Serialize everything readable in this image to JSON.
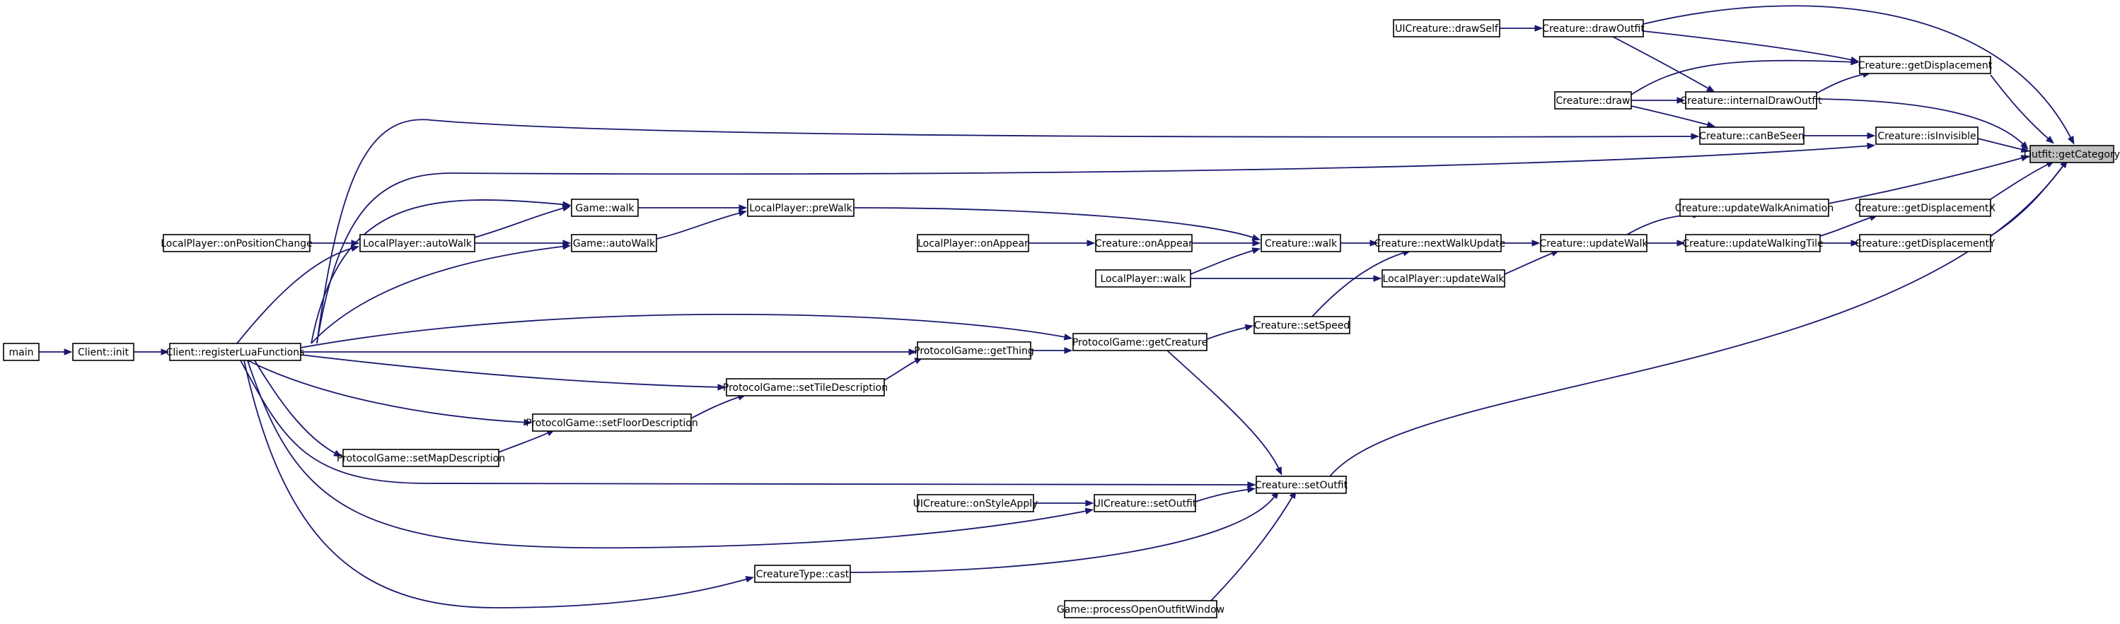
{
  "graph": {
    "root": "getCategory",
    "colors": {
      "edge": "#191970",
      "node_border": "#000000",
      "root_fill": "#bfbfbf",
      "node_fill": "#ffffff"
    },
    "nodes": [
      {
        "id": "main",
        "label": "main"
      },
      {
        "id": "clientInit",
        "label": "Client::init"
      },
      {
        "id": "registerLua",
        "label": "Client::registerLuaFunctions"
      },
      {
        "id": "onPosChange",
        "label": "LocalPlayer::onPositionChange"
      },
      {
        "id": "lpAutoWalk",
        "label": "LocalPlayer::autoWalk"
      },
      {
        "id": "gameWalk",
        "label": "Game::walk"
      },
      {
        "id": "gameAutoWalk",
        "label": "Game::autoWalk"
      },
      {
        "id": "lpPreWalk",
        "label": "LocalPlayer::preWalk"
      },
      {
        "id": "lpOnAppear",
        "label": "LocalPlayer::onAppear"
      },
      {
        "id": "crOnAppear",
        "label": "Creature::onAppear"
      },
      {
        "id": "lpWalk",
        "label": "LocalPlayer::walk"
      },
      {
        "id": "crWalk",
        "label": "Creature::walk"
      },
      {
        "id": "nextWalkUpdate",
        "label": "Creature::nextWalkUpdate"
      },
      {
        "id": "lpUpdateWalk",
        "label": "LocalPlayer::updateWalk"
      },
      {
        "id": "crUpdateWalk",
        "label": "Creature::updateWalk"
      },
      {
        "id": "setSpeed",
        "label": "Creature::setSpeed"
      },
      {
        "id": "getCreature",
        "label": "ProtocolGame::getCreature"
      },
      {
        "id": "getThing",
        "label": "ProtocolGame::getThing"
      },
      {
        "id": "setTileDesc",
        "label": "ProtocolGame::setTileDescription"
      },
      {
        "id": "setFloorDesc",
        "label": "ProtocolGame::setFloorDescription"
      },
      {
        "id": "setMapDesc",
        "label": "ProtocolGame::setMapDescription"
      },
      {
        "id": "uiDrawSelf",
        "label": "UICreature::drawSelf"
      },
      {
        "id": "drawOutfit",
        "label": "Creature::drawOutfit"
      },
      {
        "id": "crDraw",
        "label": "Creature::draw"
      },
      {
        "id": "internalDraw",
        "label": "Creature::internalDrawOutfit"
      },
      {
        "id": "canBeSeen",
        "label": "Creature::canBeSeen"
      },
      {
        "id": "isInvisible",
        "label": "Creature::isInvisible"
      },
      {
        "id": "getDisp",
        "label": "Creature::getDisplacement"
      },
      {
        "id": "updWalkAnim",
        "label": "Creature::updateWalkAnimation"
      },
      {
        "id": "updWalkTile",
        "label": "Creature::updateWalkingTile"
      },
      {
        "id": "getDispX",
        "label": "Creature::getDisplacementX"
      },
      {
        "id": "getDispY",
        "label": "Creature::getDisplacementY"
      },
      {
        "id": "getCategory",
        "label": "Outfit::getCategory"
      },
      {
        "id": "setOutfit",
        "label": "Creature::setOutfit"
      },
      {
        "id": "uiOnStyle",
        "label": "UICreature::onStyleApply"
      },
      {
        "id": "uiSetOutfit",
        "label": "UICreature::setOutfit"
      },
      {
        "id": "ctCast",
        "label": "CreatureType::cast"
      },
      {
        "id": "procOutfitWin",
        "label": "Game::processOpenOutfitWindow"
      }
    ],
    "edges": [
      {
        "from": "main",
        "to": "clientInit"
      },
      {
        "from": "clientInit",
        "to": "registerLua"
      },
      {
        "from": "onPosChange",
        "to": "lpAutoWalk"
      },
      {
        "from": "registerLua",
        "to": "lpAutoWalk"
      },
      {
        "from": "lpAutoWalk",
        "to": "gameWalk"
      },
      {
        "from": "lpAutoWalk",
        "to": "gameAutoWalk"
      },
      {
        "from": "registerLua",
        "to": "gameWalk"
      },
      {
        "from": "registerLua",
        "to": "gameAutoWalk"
      },
      {
        "from": "gameWalk",
        "to": "lpPreWalk"
      },
      {
        "from": "gameAutoWalk",
        "to": "lpPreWalk"
      },
      {
        "from": "lpPreWalk",
        "to": "crWalk"
      },
      {
        "from": "lpOnAppear",
        "to": "crOnAppear"
      },
      {
        "from": "crOnAppear",
        "to": "crWalk"
      },
      {
        "from": "lpWalk",
        "to": "crWalk"
      },
      {
        "from": "crWalk",
        "to": "nextWalkUpdate"
      },
      {
        "from": "lpWalk",
        "to": "lpUpdateWalk"
      },
      {
        "from": "setSpeed",
        "to": "nextWalkUpdate"
      },
      {
        "from": "nextWalkUpdate",
        "to": "crUpdateWalk"
      },
      {
        "from": "lpUpdateWalk",
        "to": "crUpdateWalk"
      },
      {
        "from": "getCreature",
        "to": "setSpeed"
      },
      {
        "from": "registerLua",
        "to": "getCreature"
      },
      {
        "from": "getThing",
        "to": "getCreature"
      },
      {
        "from": "registerLua",
        "to": "getThing"
      },
      {
        "from": "setTileDesc",
        "to": "getThing"
      },
      {
        "from": "registerLua",
        "to": "setTileDesc"
      },
      {
        "from": "setFloorDesc",
        "to": "setTileDesc"
      },
      {
        "from": "registerLua",
        "to": "setFloorDesc"
      },
      {
        "from": "setMapDesc",
        "to": "setFloorDesc"
      },
      {
        "from": "registerLua",
        "to": "setMapDesc"
      },
      {
        "from": "uiDrawSelf",
        "to": "drawOutfit"
      },
      {
        "from": "drawOutfit",
        "to": "getDisp"
      },
      {
        "from": "drawOutfit",
        "to": "internalDraw"
      },
      {
        "from": "drawOutfit",
        "to": "getCategory"
      },
      {
        "from": "crDraw",
        "to": "getDisp"
      },
      {
        "from": "crDraw",
        "to": "internalDraw"
      },
      {
        "from": "crDraw",
        "to": "canBeSeen"
      },
      {
        "from": "internalDraw",
        "to": "getDisp"
      },
      {
        "from": "internalDraw",
        "to": "getCategory"
      },
      {
        "from": "registerLua",
        "to": "canBeSeen"
      },
      {
        "from": "canBeSeen",
        "to": "isInvisible"
      },
      {
        "from": "registerLua",
        "to": "isInvisible"
      },
      {
        "from": "isInvisible",
        "to": "getCategory"
      },
      {
        "from": "getDisp",
        "to": "getCategory"
      },
      {
        "from": "crUpdateWalk",
        "to": "updWalkAnim"
      },
      {
        "from": "crUpdateWalk",
        "to": "updWalkTile"
      },
      {
        "from": "updWalkAnim",
        "to": "getCategory"
      },
      {
        "from": "updWalkTile",
        "to": "getDispX"
      },
      {
        "from": "updWalkTile",
        "to": "getDispY"
      },
      {
        "from": "getDispX",
        "to": "getCategory"
      },
      {
        "from": "getDispY",
        "to": "getCategory"
      },
      {
        "from": "getCreature",
        "to": "setOutfit"
      },
      {
        "from": "registerLua",
        "to": "setOutfit"
      },
      {
        "from": "uiSetOutfit",
        "to": "setOutfit"
      },
      {
        "from": "ctCast",
        "to": "setOutfit"
      },
      {
        "from": "procOutfitWin",
        "to": "setOutfit"
      },
      {
        "from": "setOutfit",
        "to": "getCategory"
      },
      {
        "from": "uiOnStyle",
        "to": "uiSetOutfit"
      },
      {
        "from": "registerLua",
        "to": "uiSetOutfit"
      },
      {
        "from": "registerLua",
        "to": "ctCast"
      }
    ]
  }
}
